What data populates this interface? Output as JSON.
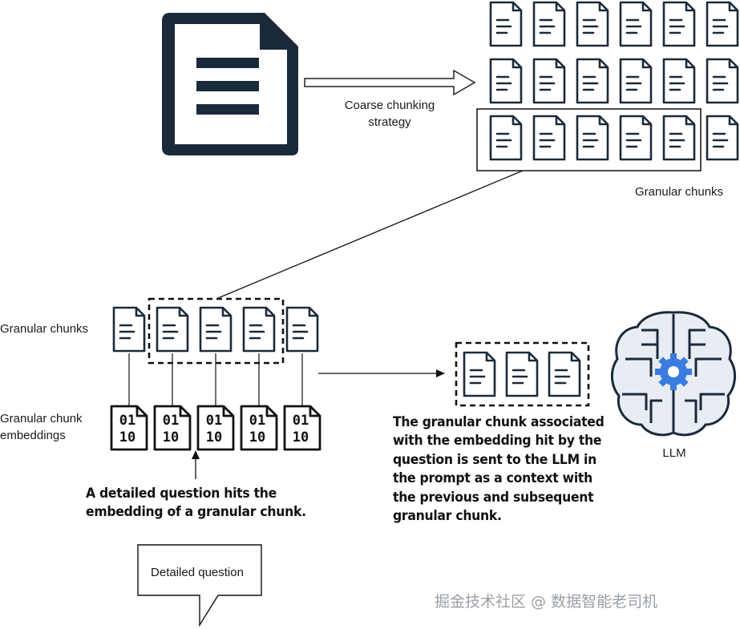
{
  "labels": {
    "coarse_chunking_line1": "Coarse chunking",
    "coarse_chunking_line2": "strategy",
    "granular_chunks_top": "Granular chunks",
    "granular_chunks_left": "Granular chunks",
    "embeddings_line1": "Granular chunk",
    "embeddings_line2": "embeddings",
    "question_caption_line1": "A detailed question hits the",
    "question_caption_line2": "embedding of a granular chunk.",
    "llm_caption_lines": [
      "The granular chunk associated",
      "with the embedding hit by the",
      "question is sent to the LLM in",
      "the prompt as a context with",
      "the previous and subsequent",
      "granular chunk."
    ],
    "llm_label": "LLM",
    "question_bubble": "Detailed question",
    "embedding_bits_row1": "01",
    "embedding_bits_row2": "10"
  },
  "watermark": "掘金技术社区 @ 数据智能老司机",
  "colors": {
    "document_icon": "#1b2a3a",
    "chip_bits": "#111111",
    "llm_brain_fill": "#e8edf3",
    "llm_gear": "#3a7be0",
    "watermark": "#9aa0a6"
  },
  "icons": {
    "source_document": "document-icon",
    "chunk": "file-text-icon",
    "embedding": "binary-file-icon",
    "llm": "brain-gear-icon"
  }
}
